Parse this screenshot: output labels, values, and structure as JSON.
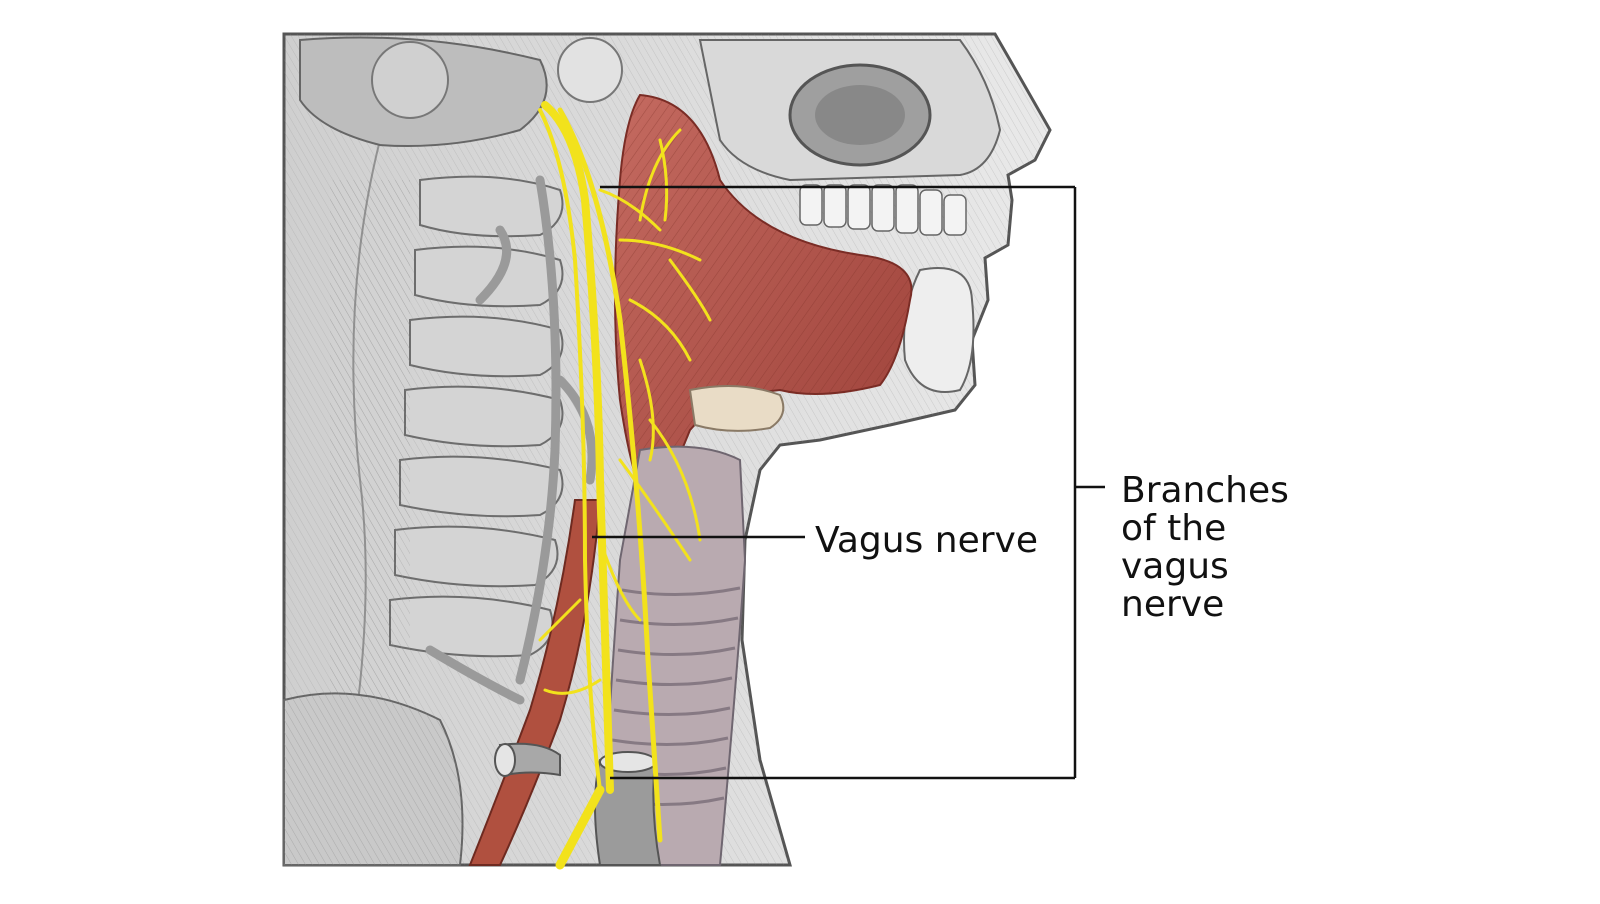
{
  "labels": {
    "vagus_nerve": "Vagus nerve",
    "branches": [
      "Branches",
      "of the",
      "vagus",
      "nerve"
    ]
  },
  "colors": {
    "nerve": "#f2e21c",
    "muscle": "#b8544c",
    "bone": "#d8d8d8",
    "tissue_gray": "#a9a9a9",
    "leader_line": "#111111"
  }
}
